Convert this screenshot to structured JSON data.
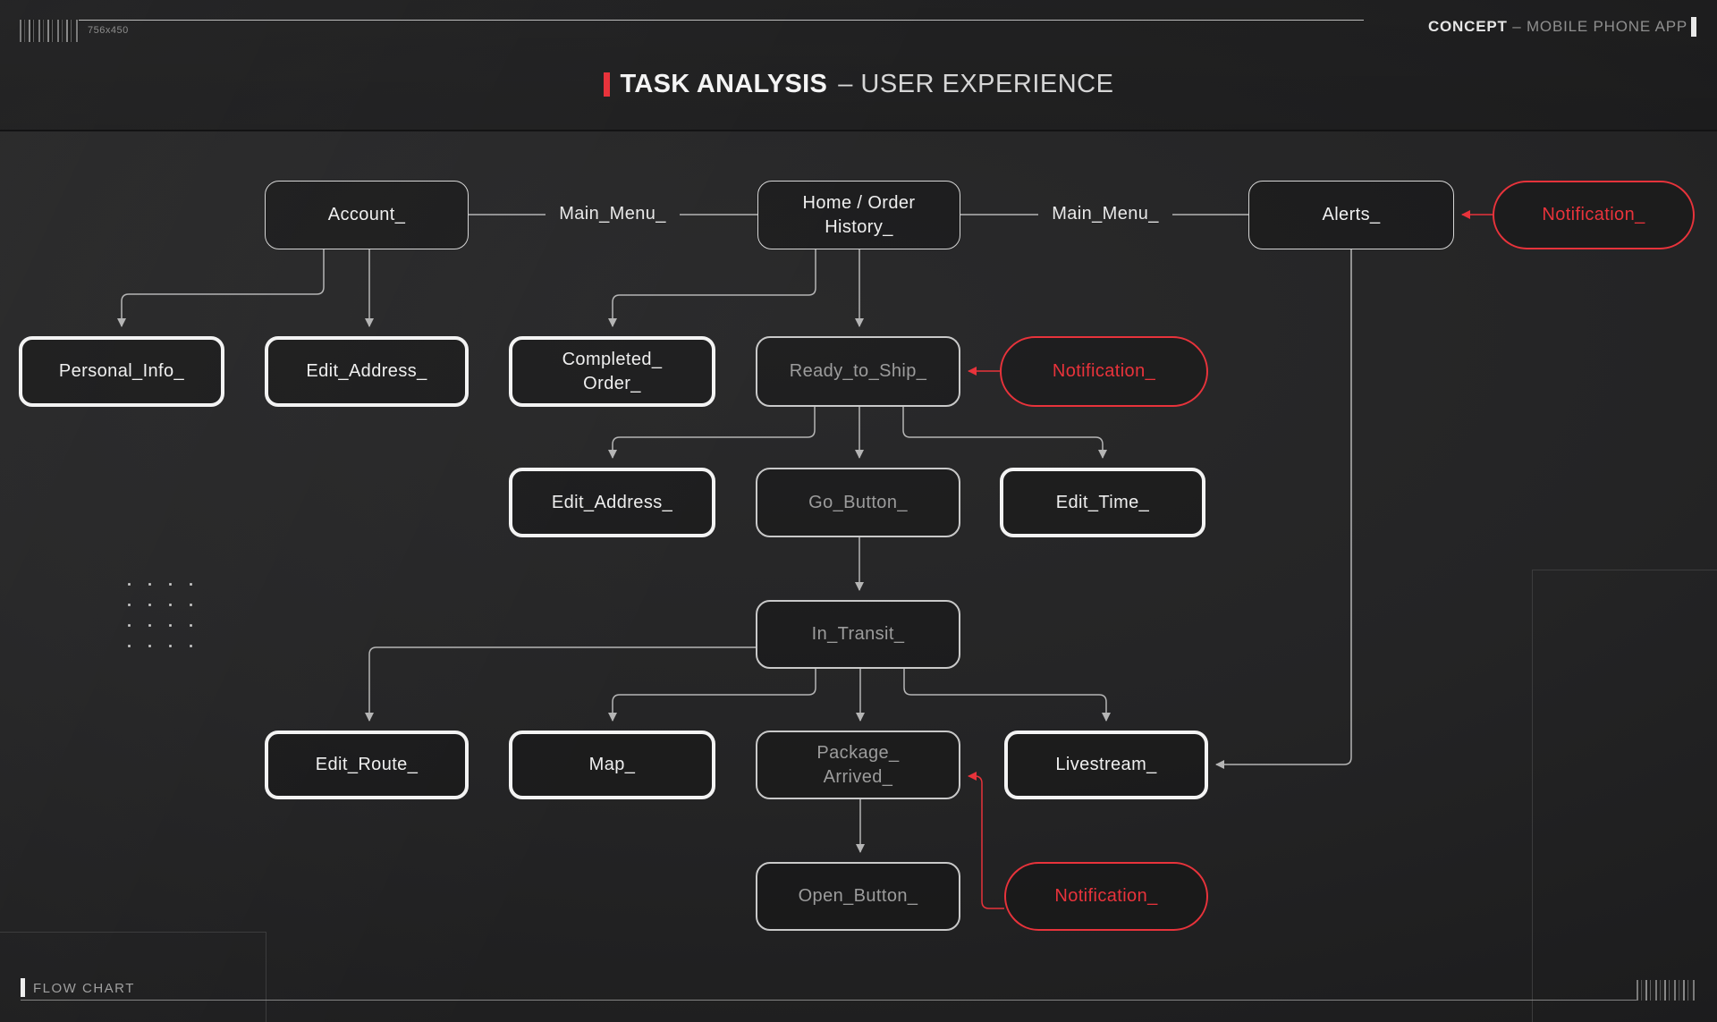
{
  "header": {
    "size_label": "756x450",
    "concept_emphasis": "CONCEPT",
    "concept_suffix": " – MOBILE PHONE APP"
  },
  "title": {
    "emphasis": "TASK ANALYSIS",
    "suffix": "– USER EXPERIENCE"
  },
  "connector_labels": {
    "left_main_menu": "Main_Menu_",
    "right_main_menu": "Main_Menu_"
  },
  "nodes": {
    "account": {
      "label": "Account_"
    },
    "home_order_history": {
      "label": "Home / Order\nHistory_"
    },
    "alerts": {
      "label": "Alerts_"
    },
    "notification_alerts": {
      "label": "Notification_"
    },
    "personal_info": {
      "label": "Personal_Info_"
    },
    "edit_address_account": {
      "label": "Edit_Address_"
    },
    "completed_order": {
      "label": "Completed_\nOrder_"
    },
    "ready_to_ship": {
      "label": "Ready_to_Ship_"
    },
    "notification_ready": {
      "label": "Notification_"
    },
    "edit_address_ship": {
      "label": "Edit_Address_"
    },
    "go_button": {
      "label": "Go_Button_"
    },
    "edit_time": {
      "label": "Edit_Time_"
    },
    "in_transit": {
      "label": "In_Transit_"
    },
    "edit_route": {
      "label": "Edit_Route_"
    },
    "map": {
      "label": "Map_"
    },
    "package_arrived": {
      "label": "Package_\nArrived_"
    },
    "livestream": {
      "label": "Livestream_"
    },
    "open_button": {
      "label": "Open_Button_"
    },
    "notification_package": {
      "label": "Notification_"
    }
  },
  "footer": {
    "label": "FLOW CHART"
  },
  "colors": {
    "accent_red": "#e8333b",
    "connector_gray": "#b5b5b5",
    "node_border_bright": "#f3f3f3",
    "background": "#232324"
  }
}
